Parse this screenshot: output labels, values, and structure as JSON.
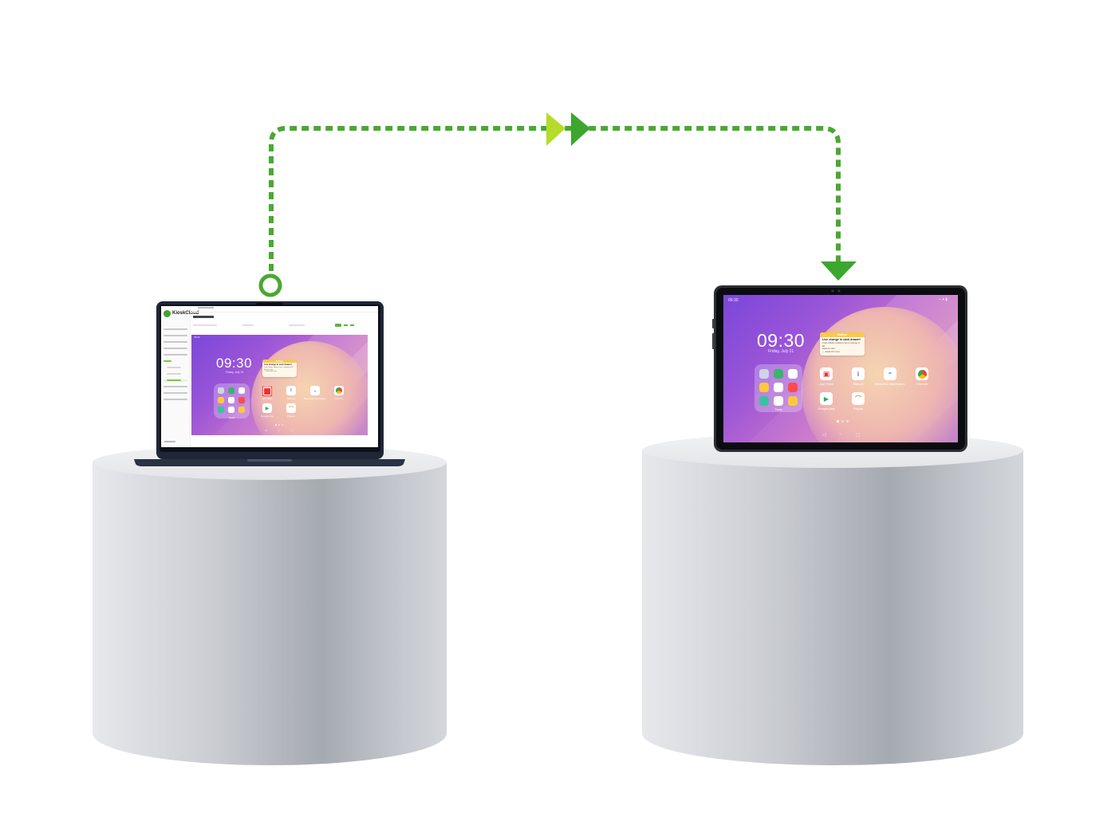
{
  "colors": {
    "connector": "#4aa832",
    "connector_light": "#a8d62a",
    "wallpaper_start": "#7b47d9",
    "wallpaper_end": "#d88dbd",
    "widget_header": "#f9c94a",
    "brand": "#3aa62b"
  },
  "laptop": {
    "brand": "KioskCloud"
  },
  "tablet": {
    "status_time": "09:30",
    "clock": "09:30",
    "date": "Friday, July 21",
    "widget": {
      "header": "Notice",
      "title": "Live change in cash drawer!",
      "body1": "Cash drawer balance has a change of $2",
      "body2": "balance was ...",
      "body3": "— detail info here"
    },
    "folder_label": "Tools",
    "apps": [
      {
        "label": "App Store",
        "icon": "app-store-icon"
      },
      {
        "label": "Manual",
        "icon": "manual-icon"
      },
      {
        "label": "Business information",
        "icon": "business-icon"
      },
      {
        "label": "Chrome",
        "icon": "chrome-icon"
      },
      {
        "label": "Google play",
        "icon": "google-play-icon"
      },
      {
        "label": "Paypal",
        "icon": "paypal-icon"
      }
    ],
    "nav": {
      "back": "◁",
      "home": "○",
      "recents": "▢"
    }
  },
  "mirror": {
    "status_time": "09:30",
    "clock": "09:30",
    "date": "Friday, July 21",
    "widget": {
      "header": "Notice",
      "title": "Live change in cash drawer!",
      "body1": "Cash drawer balance has a change of $2",
      "body2": "balance was ...",
      "body3": "— detail info here"
    },
    "folder_label": "Tools",
    "apps": [
      {
        "label": "App Store",
        "icon": "app-store-icon"
      },
      {
        "label": "Manual",
        "icon": "manual-icon"
      },
      {
        "label": "Business information",
        "icon": "business-icon"
      },
      {
        "label": "Chrome",
        "icon": "chrome-icon"
      },
      {
        "label": "Google play",
        "icon": "google-play-icon"
      },
      {
        "label": "Paypal",
        "icon": "paypal-icon"
      }
    ],
    "nav": {
      "back": "◁",
      "home": "○",
      "recents": "▢"
    }
  }
}
